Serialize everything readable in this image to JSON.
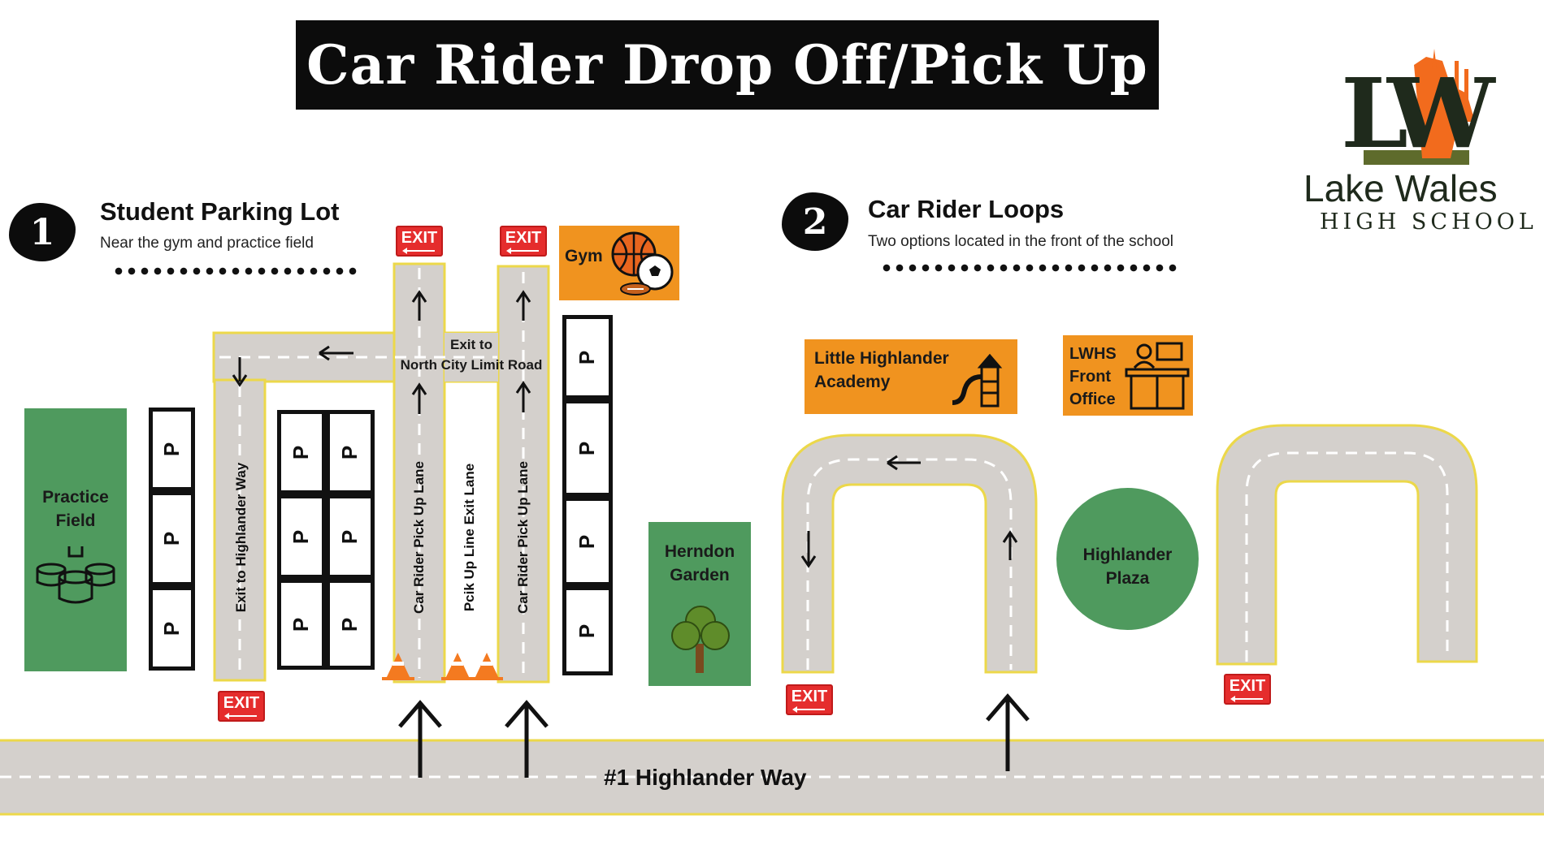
{
  "title": "Car Rider Drop Off/Pick Up",
  "logo": {
    "monogram": "LW",
    "name": "Lake Wales",
    "subname": "HIGH SCHOOL",
    "colors": {
      "dark": "#1f2a1c",
      "orange": "#f26b1d",
      "olive": "#5e6b2c"
    }
  },
  "section1": {
    "number": "1",
    "title": "Student Parking Lot",
    "subtitle": "Near the gym and practice field"
  },
  "section2": {
    "number": "2",
    "title": "Car Rider Loops",
    "subtitle": "Two options located in the front of the school"
  },
  "exit_sign_text": "EXIT",
  "parking_symbol": "P",
  "lanes": {
    "exit_highlander": "Exit to Highlander Way",
    "pickup_lane_1": "Car Rider Pick Up Lane",
    "pickup_exit_lane": "Pcik Up Line Exit Lane",
    "pickup_lane_2": "Car Rider Pick Up Lane",
    "exit_north_line1": "Exit to",
    "exit_north_line2": "North City Limit Road"
  },
  "places": {
    "practice_field": {
      "line1": "Practice",
      "line2": "Field"
    },
    "gym": "Gym",
    "herndon": {
      "line1": "Herndon",
      "line2": "Garden"
    },
    "academy": {
      "line1": "Little Highlander",
      "line2": "Academy"
    },
    "office": {
      "line1": "LWHS",
      "line2": "Front",
      "line3": "Office"
    },
    "plaza": {
      "line1": "Highlander",
      "line2": "Plaza"
    }
  },
  "main_road": "#1 Highlander Way",
  "colors": {
    "road": "#d4d0cc",
    "road_edge": "#ecd84a",
    "green": "#4f9a5e",
    "orange": "#f0931f",
    "exit_red": "#e52d2d"
  },
  "icons": [
    "drum-icon",
    "sports-balls-icon",
    "tree-icon",
    "playground-icon",
    "front-desk-icon",
    "traffic-cone-icon",
    "arrow-icon"
  ]
}
